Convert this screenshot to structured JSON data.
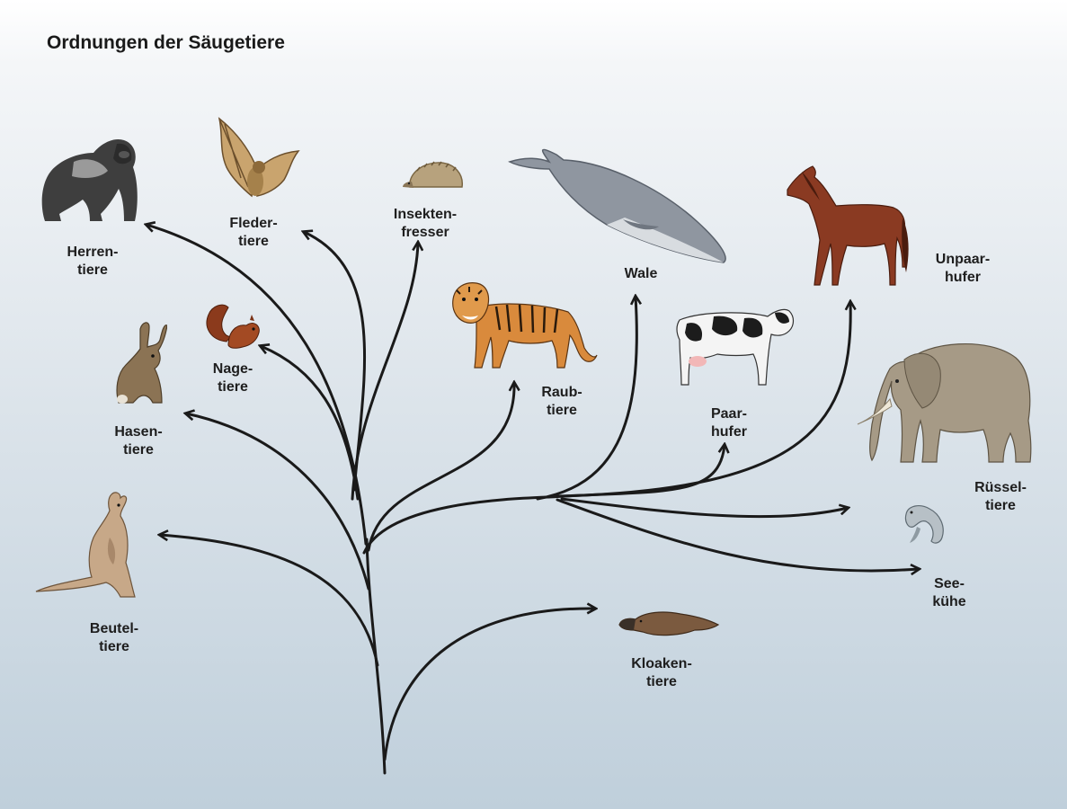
{
  "title": "Ordnungen der Säugetiere",
  "nodes": [
    {
      "id": "herrentiere",
      "label": "Herren-\ntiere",
      "icon": "gorilla-icon"
    },
    {
      "id": "fledertiere",
      "label": "Fleder-\ntiere",
      "icon": "bat-icon"
    },
    {
      "id": "insektenfresser",
      "label": "Insekten-\nfresser",
      "icon": "hedgehog-icon"
    },
    {
      "id": "wale",
      "label": "Wale",
      "icon": "whale-icon"
    },
    {
      "id": "unpaarhufer",
      "label": "Unpaar-\nhufer",
      "icon": "horse-icon"
    },
    {
      "id": "nagetiere",
      "label": "Nage-\ntiere",
      "icon": "squirrel-icon"
    },
    {
      "id": "raubtiere",
      "label": "Raub-\ntiere",
      "icon": "tiger-icon"
    },
    {
      "id": "paarhufer",
      "label": "Paar-\nhufer",
      "icon": "cow-icon"
    },
    {
      "id": "ruesseltiere",
      "label": "Rüssel-\ntiere",
      "icon": "elephant-icon"
    },
    {
      "id": "hasentiere",
      "label": "Hasen-\ntiere",
      "icon": "hare-icon"
    },
    {
      "id": "seekuehe",
      "label": "See-\nkühe",
      "icon": "manatee-icon"
    },
    {
      "id": "beuteltiere",
      "label": "Beutel-\ntiere",
      "icon": "kangaroo-icon"
    },
    {
      "id": "kloakentiere",
      "label": "Kloaken-\ntiere",
      "icon": "platypus-icon"
    }
  ]
}
